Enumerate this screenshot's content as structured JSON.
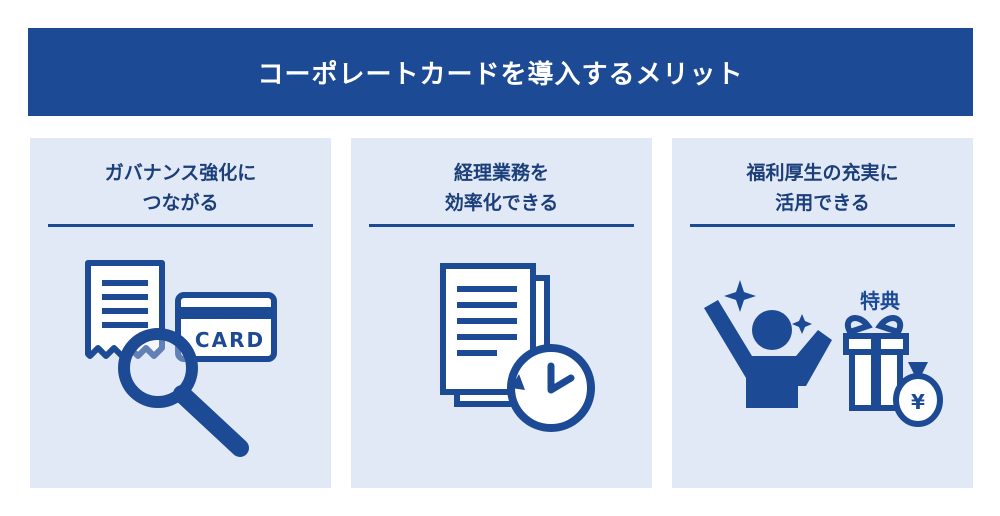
{
  "banner": {
    "title": "コーポレートカードを導入するメリット"
  },
  "cards": [
    {
      "line1": "ガバナンス強化に",
      "line2": "つながる",
      "illustration_icon": "receipt-card-magnifier-icon",
      "card_label": "CARD"
    },
    {
      "line1": "経理業務を",
      "line2": "効率化できる",
      "illustration_icon": "document-clock-icon"
    },
    {
      "line1": "福利厚生の充実に",
      "line2": "活用できる",
      "illustration_icon": "celebrating-person-gift-icon",
      "badge": "特典",
      "currency": "¥"
    }
  ],
  "colors": {
    "primary": "#1c4a94",
    "card_bg": "#e1e9f7",
    "title_text": "#1c3f7a"
  }
}
